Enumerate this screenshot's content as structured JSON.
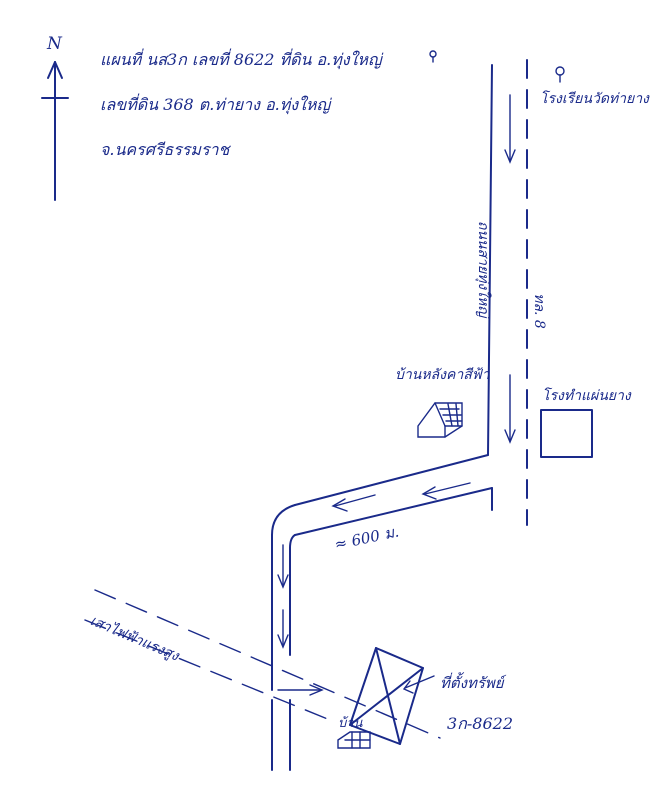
{
  "header": {
    "line1": "แผนที่ นส3ก เลขที่ 8622 ที่ดิน อ.ทุ่งใหญ่",
    "line2": "เลขที่ดิน 368 ต.ท่ายาง อ.ทุ่งใหญ่",
    "line3": "จ.นครศรีธรรมราช"
  },
  "north_arrow": {
    "label": "N"
  },
  "landmarks": {
    "school_temple": "โรงเรียนวัดท่ายาง",
    "school_right": "โรงทำแผ่นยาง",
    "house_north": "บ้านหลังคาสีฟ้า",
    "house_south": "บ้าน"
  },
  "roads": {
    "main_road": "ถนนสายทุ่งใหญ่",
    "road_code": "ทล. 8",
    "branch_distance": "≈ 600 ม."
  },
  "power_line": {
    "label": "เสาไฟฟ้าแรงสูง"
  },
  "plot": {
    "owner": "ที่ตั้งทรัพย์",
    "deed": "3ก-8622"
  },
  "ink_color": "#1a2a8a"
}
